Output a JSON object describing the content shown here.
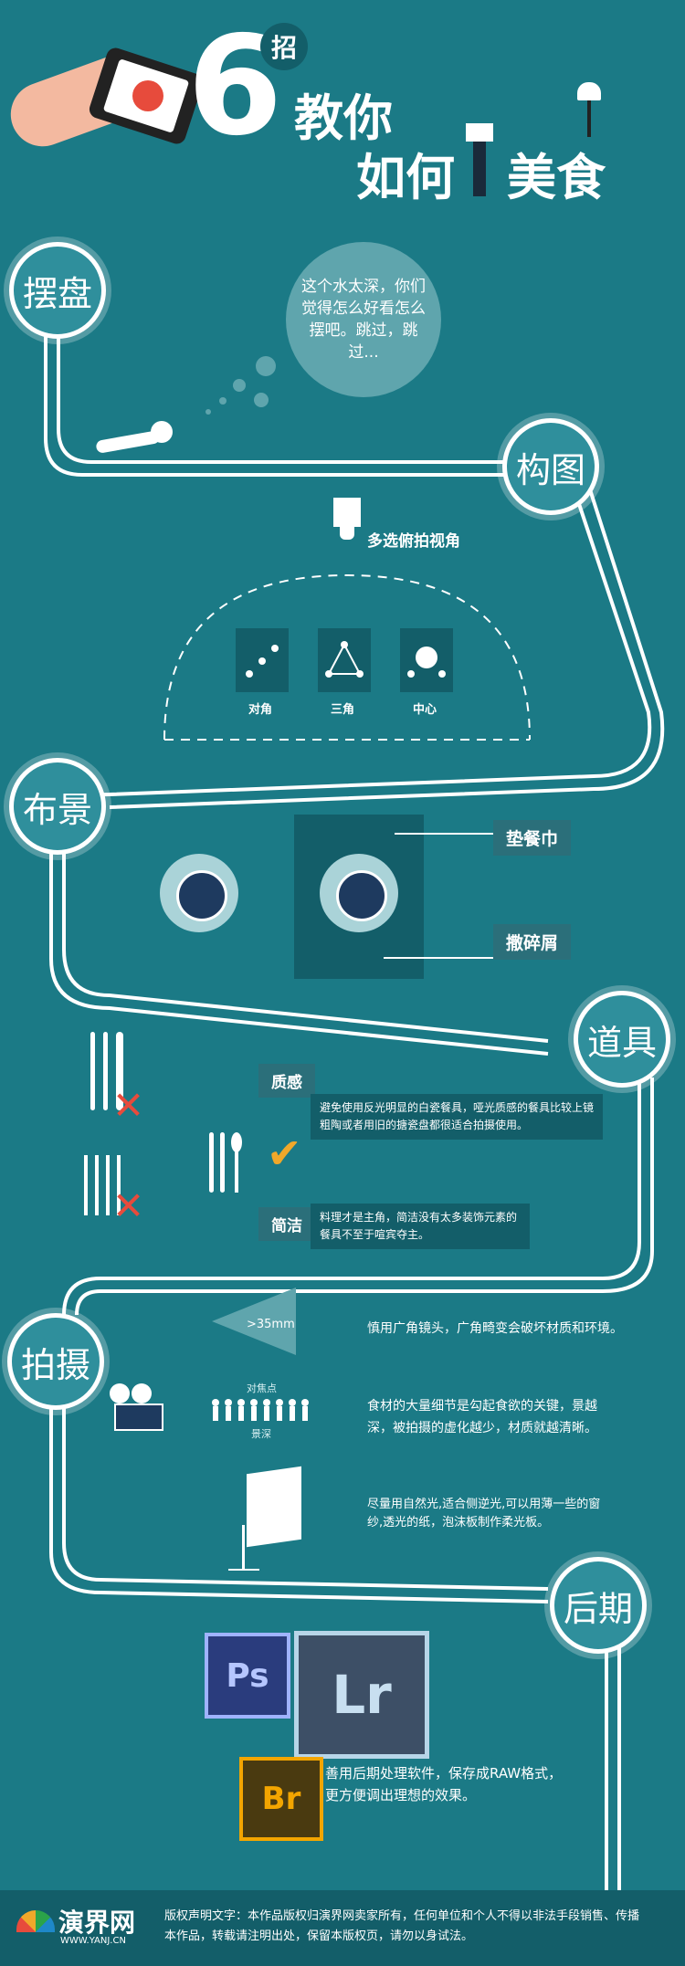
{
  "header": {
    "number": "6",
    "zhao": "招",
    "line1": "教你",
    "line2_a": "如何",
    "line2_b": "美食"
  },
  "sections": {
    "s1": "摆盘",
    "s2": "构图",
    "s3": "布景",
    "s4": "道具",
    "s5": "拍摄",
    "s6": "后期"
  },
  "plating": {
    "bubble": "这个水太深，你们觉得怎么好看怎么摆吧。跳过，跳过..."
  },
  "composition": {
    "title": "多选俯拍视角",
    "opts": [
      "对角",
      "三角",
      "中心"
    ]
  },
  "scene": {
    "tag1": "垫餐巾",
    "tag2": "撒碎屑"
  },
  "props": {
    "tag1": "质感",
    "note1": "避免使用反光明显的白瓷餐具，哑光质感的餐具比较上镜粗陶或者用旧的搪瓷盘都很适合拍摄使用。",
    "tag2": "简洁",
    "note2": "料理才是主角，简洁没有太多装饰元素的餐具不至于喧宾夺主。"
  },
  "shooting": {
    "lens": ">35mm",
    "note1": "慎用广角镜头，广角畸变会破坏材质和环境。",
    "focus_label": "对焦点",
    "depth_label": "景深",
    "note2": "食材的大量细节是勾起食欲的关键，景越深，被拍摄的虚化越少，材质就越清晰。",
    "note3": "尽量用自然光,适合侧逆光,可以用薄一些的窗纱,透光的纸，泡沫板制作柔光板。"
  },
  "post": {
    "ps": "Ps",
    "lr": "Lr",
    "br": "Br",
    "note": "善用后期处理软件，保存成RAW格式，更方便调出理想的效果。"
  },
  "footer": {
    "brand": "演界网",
    "url": "WWW.YANJ.CN",
    "copyright": "版权声明文字：本作品版权归演界网卖家所有，任何单位和个人不得以非法手段销售、传播本作品，转载请注明出处，保留本版权页，请勿以身试法。"
  },
  "colors": {
    "bg": "#1b7a86",
    "dark": "#135e69",
    "accent_red": "#e74b3c",
    "accent_orange": "#f0a82a",
    "ps": "#2a3c7d",
    "lr": "#3d4f66",
    "br": "#f3a500"
  }
}
